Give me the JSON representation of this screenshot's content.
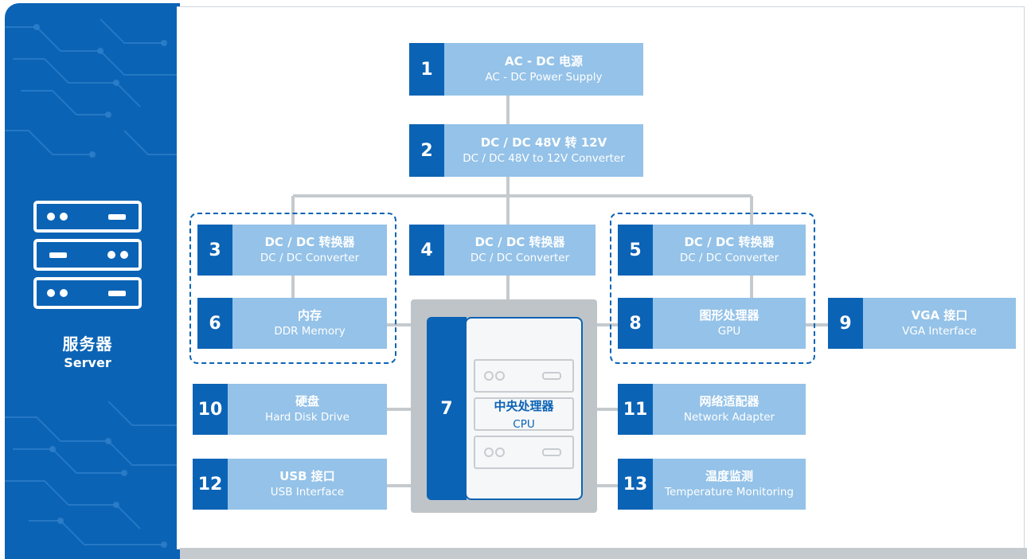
{
  "sidebar": {
    "title": "服务器",
    "subtitle": "Server",
    "icon": "server-rack-icon"
  },
  "blocks": [
    {
      "num": "1",
      "zh": "AC - DC 电源",
      "en": "AC - DC Power Supply"
    },
    {
      "num": "2",
      "zh": "DC / DC 48V 转 12V",
      "en": "DC / DC 48V to 12V Converter"
    },
    {
      "num": "3",
      "zh": "DC / DC 转换器",
      "en": "DC / DC Converter"
    },
    {
      "num": "4",
      "zh": "DC / DC 转换器",
      "en": "DC / DC Converter"
    },
    {
      "num": "5",
      "zh": "DC / DC 转换器",
      "en": "DC / DC Converter"
    },
    {
      "num": "6",
      "zh": "内存",
      "en": "DDR Memory"
    },
    {
      "num": "7",
      "zh": "中央处理器",
      "en": "CPU"
    },
    {
      "num": "8",
      "zh": "图形处理器",
      "en": "GPU"
    },
    {
      "num": "9",
      "zh": "VGA 接口",
      "en": "VGA Interface"
    },
    {
      "num": "10",
      "zh": "硬盘",
      "en": "Hard Disk Drive"
    },
    {
      "num": "11",
      "zh": "网络适配器",
      "en": "Network Adapter"
    },
    {
      "num": "12",
      "zh": "USB 接口",
      "en": "USB Interface"
    },
    {
      "num": "13",
      "zh": "温度监测",
      "en": "Temperature Monitoring"
    }
  ],
  "colors": {
    "primary_blue": "#0b63b5",
    "label_blue": "#94c2e8",
    "connector_gray": "#c5cace"
  }
}
